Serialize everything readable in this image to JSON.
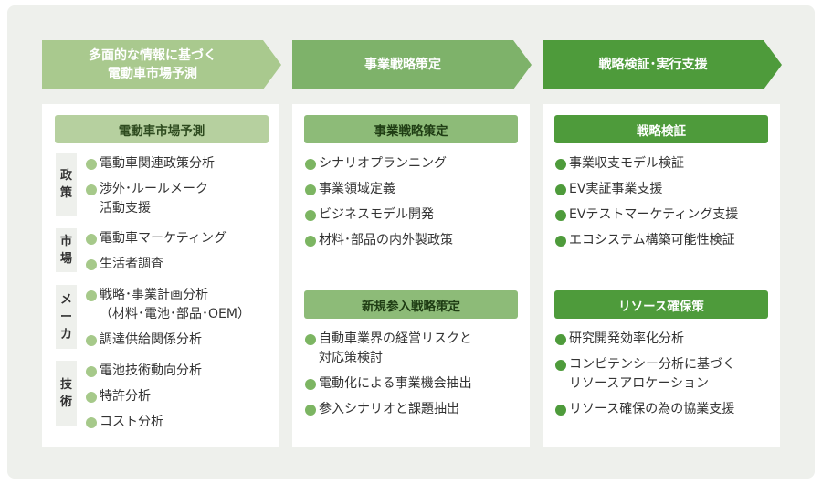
{
  "colors": {
    "frame_bg": "#eef0ec",
    "col1_arrow": "#a9c98e",
    "col2_arrow": "#7eb26a",
    "col3_arrow": "#4e9b3b",
    "col1_header": "#b6d09f",
    "col2_header": "#8dbb78",
    "col3_header": "#4e9b3b",
    "col1_dot": "#a6c98a",
    "col2_dot": "#7cb562",
    "col3_dot": "#4e9b3b"
  },
  "steps": [
    {
      "label": "多面的な情報に基づく\n電動車市場予測"
    },
    {
      "label": "事業戦略策定"
    },
    {
      "label": "戦略検証･実行支援"
    }
  ],
  "column1": {
    "header": "電動車市場予測",
    "groups": [
      {
        "tag": "政\n策",
        "items": [
          "電動車関連政策分析",
          "渉外･ルールメーク\n活動支援"
        ]
      },
      {
        "tag": "市\n場",
        "items": [
          "電動車マーケティング",
          "生活者調査"
        ]
      },
      {
        "tag": "メ\nー\nカ",
        "items": [
          "戦略･事業計画分析\n（材料･電池･部品･OEM）",
          "調達供給関係分析"
        ]
      },
      {
        "tag": "技\n術",
        "items": [
          "電池技術動向分析",
          "特許分析",
          "コスト分析"
        ]
      }
    ]
  },
  "column2": {
    "sections": [
      {
        "header": "事業戦略策定",
        "items": [
          "シナリオプランニング",
          "事業領域定義",
          "ビジネスモデル開発",
          "材料･部品の内外製政策"
        ]
      },
      {
        "header": "新規参入戦略策定",
        "items": [
          "自動車業界の経営リスクと\n対応策検討",
          "電動化による事業機会抽出",
          "参入シナリオと課題抽出"
        ]
      }
    ]
  },
  "column3": {
    "sections": [
      {
        "header": "戦略検証",
        "items": [
          "事業収支モデル検証",
          "EV実証事業支援",
          "EVテストマーケティング支援",
          "エコシステム構築可能性検証"
        ]
      },
      {
        "header": "リソース確保策",
        "items": [
          "研究開発効率化分析",
          "コンピテンシー分析に基づく\nリソースアロケーション",
          "リソース確保の為の協業支援"
        ]
      }
    ]
  }
}
